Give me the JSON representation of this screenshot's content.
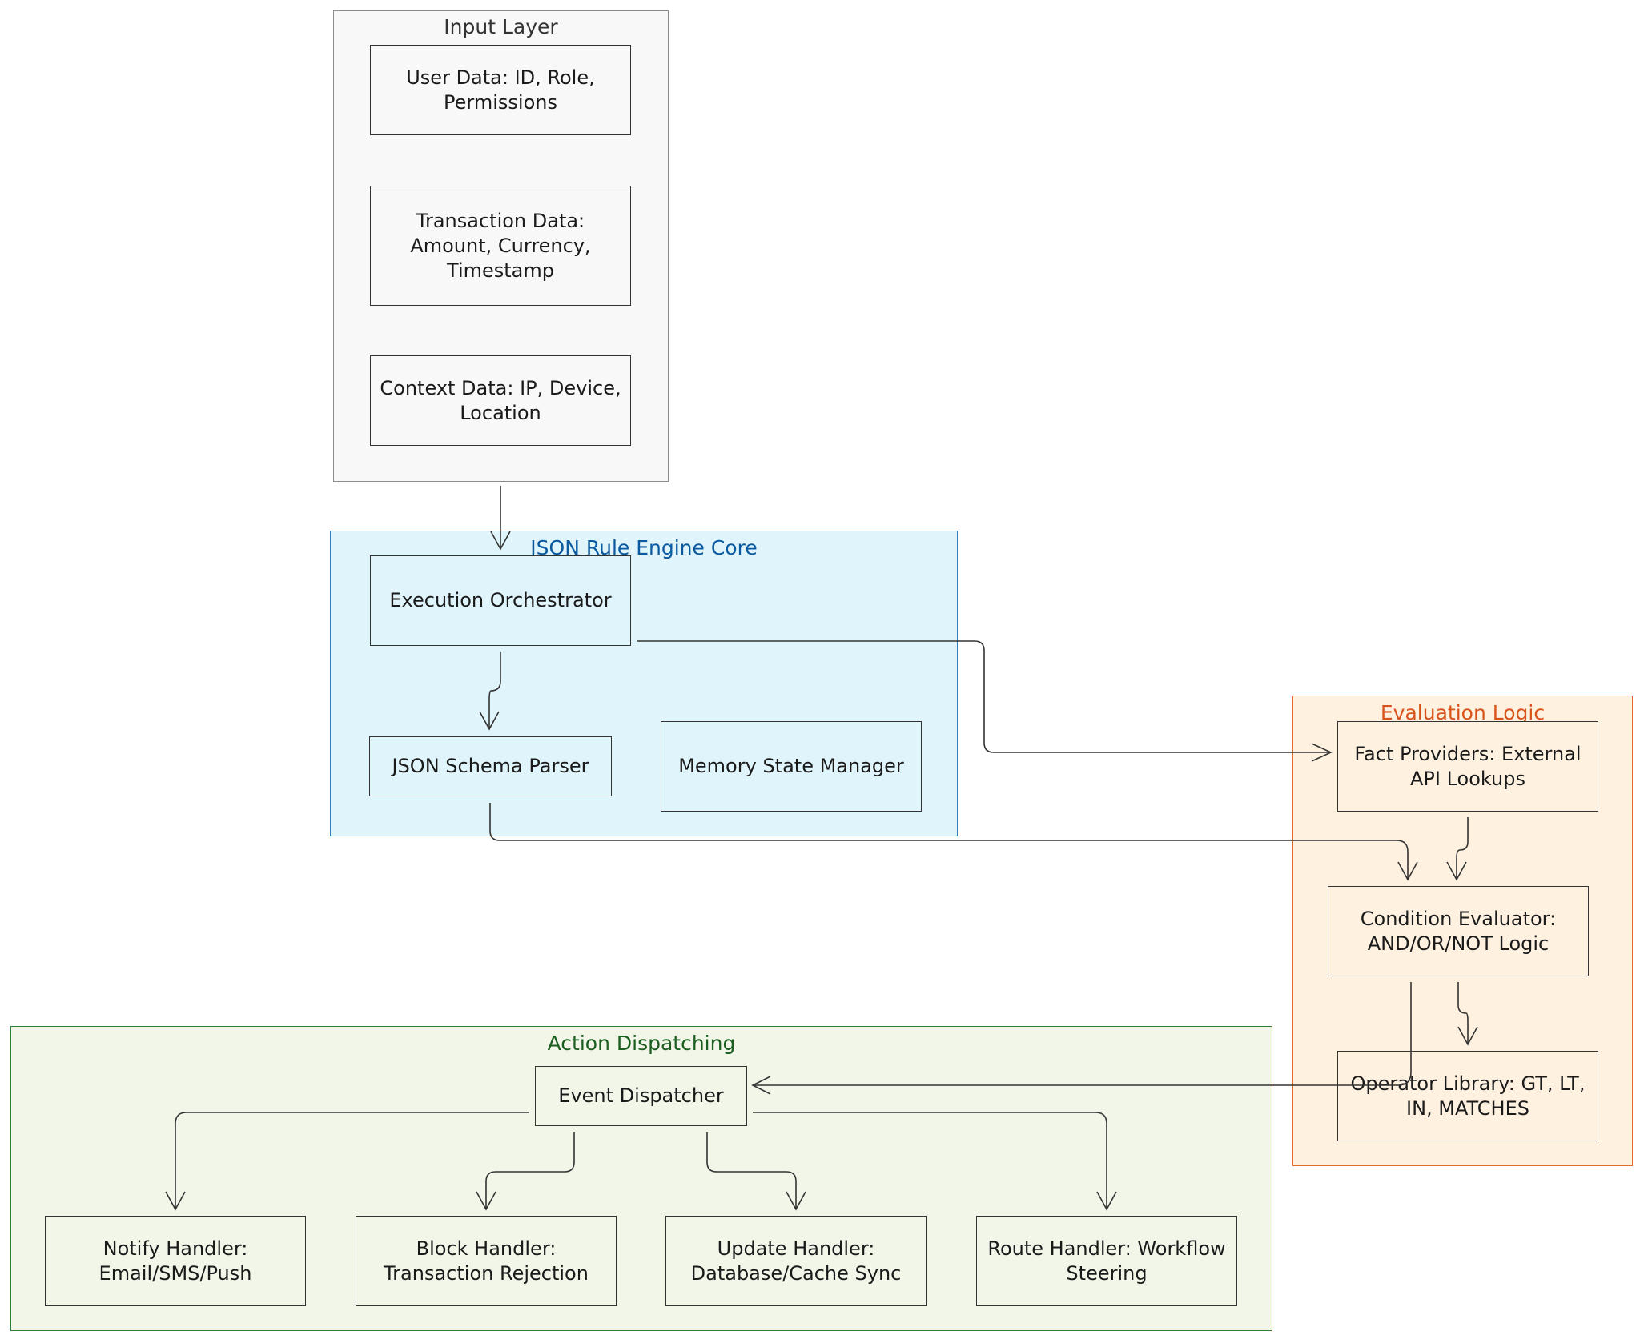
{
  "clusters": {
    "input": {
      "title": "Input Layer",
      "nodes": {
        "user": "User Data: ID, Role, Permissions",
        "transaction": "Transaction Data: Amount, Currency, Timestamp",
        "context": "Context Data: IP, Device, Location"
      }
    },
    "core": {
      "title": "JSON Rule Engine Core",
      "nodes": {
        "orchestrator": "Execution Orchestrator",
        "parser": "JSON Schema Parser",
        "memory": "Memory State Manager"
      }
    },
    "eval": {
      "title": "Evaluation Logic",
      "nodes": {
        "facts": "Fact Providers: External API Lookups",
        "condition": "Condition Evaluator: AND/OR/NOT Logic",
        "operators": "Operator Library: GT, LT, IN, MATCHES"
      }
    },
    "action": {
      "title": "Action Dispatching",
      "nodes": {
        "dispatcher": "Event Dispatcher",
        "notify": "Notify Handler: Email/SMS/Push",
        "block": "Block Handler: Transaction Rejection",
        "update": "Update Handler: Database/Cache Sync",
        "route": "Route Handler: Workflow Steering"
      }
    }
  },
  "edges": [
    {
      "from": "Input Layer",
      "to": "Execution Orchestrator"
    },
    {
      "from": "Execution Orchestrator",
      "to": "JSON Schema Parser"
    },
    {
      "from": "Execution Orchestrator",
      "to": "Fact Providers: External API Lookups"
    },
    {
      "from": "JSON Schema Parser",
      "to": "Condition Evaluator: AND/OR/NOT Logic"
    },
    {
      "from": "Fact Providers: External API Lookups",
      "to": "Condition Evaluator: AND/OR/NOT Logic"
    },
    {
      "from": "Condition Evaluator: AND/OR/NOT Logic",
      "to": "Operator Library: GT, LT, IN, MATCHES"
    },
    {
      "from": "Condition Evaluator: AND/OR/NOT Logic",
      "to": "Event Dispatcher"
    },
    {
      "from": "Event Dispatcher",
      "to": "Notify Handler: Email/SMS/Push"
    },
    {
      "from": "Event Dispatcher",
      "to": "Block Handler: Transaction Rejection"
    },
    {
      "from": "Event Dispatcher",
      "to": "Update Handler: Database/Cache Sync"
    },
    {
      "from": "Event Dispatcher",
      "to": "Route Handler: Workflow Steering"
    }
  ]
}
